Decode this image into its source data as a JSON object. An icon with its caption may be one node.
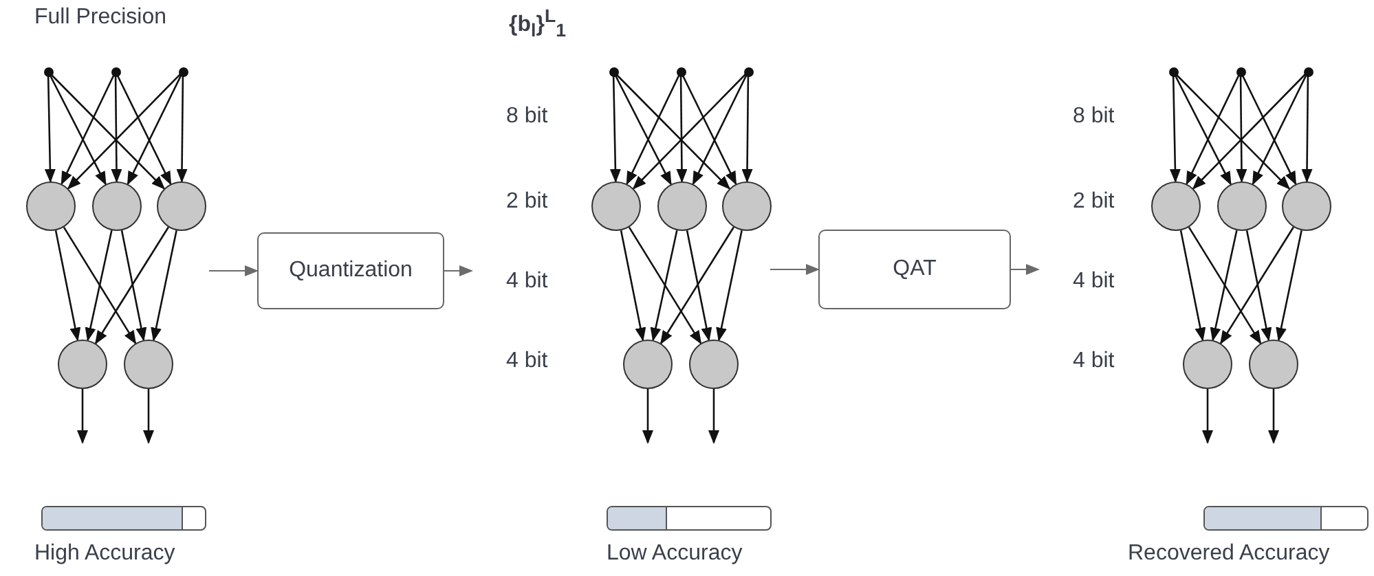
{
  "diagram": {
    "nodes": [
      {
        "text": [],
        "shape": "dot"
      },
      {
        "text": [],
        "shape": "dot"
      },
      {
        "text": [],
        "shape": "dot"
      },
      {
        "text": [],
        "shape": "circle"
      },
      {
        "text": [],
        "shape": "circle"
      },
      {
        "text": [],
        "shape": "circle"
      },
      {
        "text": [],
        "shape": "circle"
      },
      {
        "text": [],
        "shape": "circle"
      },
      {
        "text": [],
        "shape": "bar",
        "beside": [
          "High Accuracy"
        ]
      },
      {
        "text": [
          "Quantization"
        ]
      },
      {
        "text": [],
        "shape": "dot"
      },
      {
        "text": [],
        "shape": "dot"
      },
      {
        "text": [],
        "shape": "dot"
      },
      {
        "text": [],
        "shape": "circle"
      },
      {
        "text": [],
        "shape": "circle"
      },
      {
        "text": [],
        "shape": "circle"
      },
      {
        "text": [],
        "shape": "circle"
      },
      {
        "text": [],
        "shape": "circle"
      },
      {
        "text": [],
        "shape": "bar",
        "beside": [
          "Low Accuracy"
        ]
      },
      {
        "text": [
          "QAT"
        ]
      },
      {
        "text": [],
        "shape": "dot"
      },
      {
        "text": [],
        "shape": "dot"
      },
      {
        "text": [],
        "shape": "dot"
      },
      {
        "text": [],
        "shape": "circle"
      },
      {
        "text": [],
        "shape": "circle"
      },
      {
        "text": [],
        "shape": "circle"
      },
      {
        "text": [],
        "shape": "circle"
      },
      {
        "text": [],
        "shape": "circle"
      },
      {
        "text": [],
        "shape": "bar",
        "beside": [
          "Recovered Accuracy"
        ]
      }
    ],
    "edges": [
      {
        "from": 0,
        "to": 3,
        "arrow": "to"
      },
      {
        "from": 0,
        "to": 4,
        "arrow": "to"
      },
      {
        "from": 0,
        "to": 5,
        "arrow": "to"
      },
      {
        "from": 1,
        "to": 3,
        "arrow": "to"
      },
      {
        "from": 1,
        "to": 4,
        "arrow": "to"
      },
      {
        "from": 1,
        "to": 5,
        "arrow": "to"
      },
      {
        "from": 2,
        "to": 3,
        "arrow": "to"
      },
      {
        "from": 2,
        "to": 4,
        "arrow": "to"
      },
      {
        "from": 2,
        "to": 5,
        "arrow": "to"
      },
      {
        "from": 3,
        "to": 6,
        "arrow": "to"
      },
      {
        "from": 3,
        "to": 7,
        "arrow": "to"
      },
      {
        "from": 4,
        "to": 6,
        "arrow": "to"
      },
      {
        "from": 4,
        "to": 7,
        "arrow": "to"
      },
      {
        "from": 5,
        "to": 6,
        "arrow": "to"
      },
      {
        "from": 5,
        "to": 7,
        "arrow": "to"
      },
      {
        "from": 6,
        "to": null,
        "arrow": "to"
      },
      {
        "from": 7,
        "to": null,
        "arrow": "to"
      },
      {
        "from": null,
        "to": 9,
        "arrow": "to",
        "color": "#6b6b6b"
      },
      {
        "from": 9,
        "to": null,
        "arrow": "to",
        "color": "#6b6b6b"
      },
      {
        "from": 10,
        "to": 13,
        "arrow": "to"
      },
      {
        "from": 10,
        "to": 14,
        "arrow": "to"
      },
      {
        "from": 10,
        "to": 15,
        "arrow": "to"
      },
      {
        "from": 11,
        "to": 13,
        "arrow": "to"
      },
      {
        "from": 11,
        "to": 14,
        "arrow": "to"
      },
      {
        "from": 11,
        "to": 15,
        "arrow": "to"
      },
      {
        "from": 12,
        "to": 13,
        "arrow": "to"
      },
      {
        "from": 12,
        "to": 14,
        "arrow": "to"
      },
      {
        "from": 12,
        "to": 15,
        "arrow": "to"
      },
      {
        "from": 13,
        "to": 16,
        "arrow": "to"
      },
      {
        "from": 13,
        "to": 17,
        "arrow": "to"
      },
      {
        "from": 14,
        "to": 16,
        "arrow": "to"
      },
      {
        "from": 14,
        "to": 17,
        "arrow": "to"
      },
      {
        "from": 15,
        "to": 16,
        "arrow": "to"
      },
      {
        "from": 15,
        "to": 17,
        "arrow": "to"
      },
      {
        "from": 16,
        "to": null,
        "arrow": "to"
      },
      {
        "from": 17,
        "to": null,
        "arrow": "to"
      },
      {
        "from": null,
        "to": 19,
        "arrow": "to",
        "color": "#6b6b6b"
      },
      {
        "from": 19,
        "to": null,
        "arrow": "to",
        "color": "#6b6b6b"
      },
      {
        "from": 20,
        "to": 23,
        "arrow": "to"
      },
      {
        "from": 20,
        "to": 24,
        "arrow": "to"
      },
      {
        "from": 20,
        "to": 25,
        "arrow": "to"
      },
      {
        "from": 21,
        "to": 23,
        "arrow": "to"
      },
      {
        "from": 21,
        "to": 24,
        "arrow": "to"
      },
      {
        "from": 21,
        "to": 25,
        "arrow": "to"
      },
      {
        "from": 22,
        "to": 23,
        "arrow": "to"
      },
      {
        "from": 22,
        "to": 24,
        "arrow": "to"
      },
      {
        "from": 22,
        "to": 25,
        "arrow": "to"
      },
      {
        "from": 23,
        "to": 26,
        "arrow": "to"
      },
      {
        "from": 23,
        "to": 27,
        "arrow": "to"
      },
      {
        "from": 24,
        "to": 26,
        "arrow": "to"
      },
      {
        "from": 24,
        "to": 27,
        "arrow": "to"
      },
      {
        "from": 25,
        "to": 26,
        "arrow": "to"
      },
      {
        "from": 25,
        "to": 27,
        "arrow": "to"
      },
      {
        "from": 26,
        "to": null,
        "arrow": "to"
      },
      {
        "from": 27,
        "to": null,
        "arrow": "to"
      }
    ],
    "labels": [
      "Full Precision",
      "{b$_{l}$}$^{L}$$_{1}$",
      "8 bit",
      "2 bit",
      "4 bit",
      "4 bit",
      "8 bit",
      "2 bit",
      "4 bit",
      "4 bit"
    ]
  }
}
